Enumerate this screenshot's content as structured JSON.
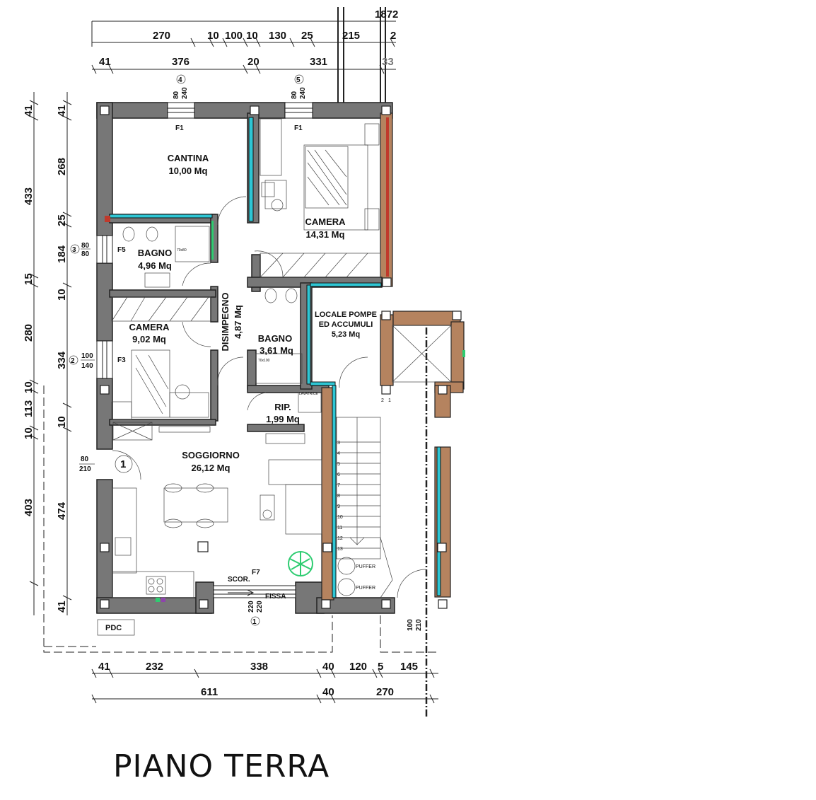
{
  "title": "PIANO TERRA",
  "rooms": [
    {
      "name": "CANTINA",
      "area": "10,00 Mq"
    },
    {
      "name": "CAMERA",
      "area": "14,31 Mq"
    },
    {
      "name": "BAGNO",
      "area": "4,96 Mq"
    },
    {
      "name": "DISIMPEGNO",
      "area": "4,87 Mq"
    },
    {
      "name": "BAGNO",
      "area": "3,61 Mq"
    },
    {
      "name": "LOCALE POMPE",
      "name2": "ED ACCUMULI",
      "area": "5,23 Mq"
    },
    {
      "name": "CAMERA",
      "area": "9,02 Mq"
    },
    {
      "name": "RIP.",
      "area": "1,99 Mq"
    },
    {
      "name": "SOGGIORNO",
      "area": "26,12 Mq"
    }
  ],
  "dimensions": {
    "top1": [
      "270",
      "10",
      "100",
      "10",
      "130",
      "25",
      "215",
      "2"
    ],
    "top2": [
      "41",
      "376",
      "20",
      "331",
      "33"
    ],
    "top_partial": "1872",
    "left_outer": [
      "41",
      "433",
      "15",
      "280",
      "10",
      "113",
      "10",
      "403",
      "41"
    ],
    "left_inner": [
      "41",
      "268",
      "25",
      "184",
      "10",
      "334",
      "10",
      "474"
    ],
    "bottom1": [
      "41",
      "232",
      "338",
      "40",
      "120",
      "5",
      "145"
    ],
    "bottom2": [
      "611",
      "40",
      "270"
    ]
  },
  "openings": {
    "win4_num": "4",
    "win4_w": "80",
    "win4_h": "240",
    "win4_label": "F1",
    "win5_num": "5",
    "win5_w": "80",
    "win5_h": "240",
    "win5_label": "F1",
    "win3_num": "3",
    "win3_w": "80",
    "win3_h": "80",
    "win3_label": "F5",
    "win2_num": "2",
    "win2_w": "100",
    "win2_h": "140",
    "win2_label": "F3",
    "door1_num": "1",
    "door1_w": "80",
    "door1_h": "210",
    "door_front_label": "SCOR.",
    "door_front_code": "F7",
    "fixed_label": "FISSA",
    "front_w": "220",
    "front_h": "220",
    "front_num": "1",
    "door2_w": "100",
    "door2_h": "210"
  },
  "labels": {
    "pdc": "PDC",
    "puffer1": "PUFFER",
    "puffer2": "PUFFER",
    "lavatrice": "LAVATRICE",
    "stairs": [
      "3",
      "4",
      "5",
      "6",
      "7",
      "8",
      "9",
      "10",
      "11",
      "12",
      "13"
    ],
    "stair_marks": [
      "2",
      "1"
    ],
    "shower1": "70x80",
    "shower2": "70x100"
  },
  "colors": {
    "wall": "#777777",
    "insulation": "#2ec6d4",
    "brick": "#b5835f"
  }
}
